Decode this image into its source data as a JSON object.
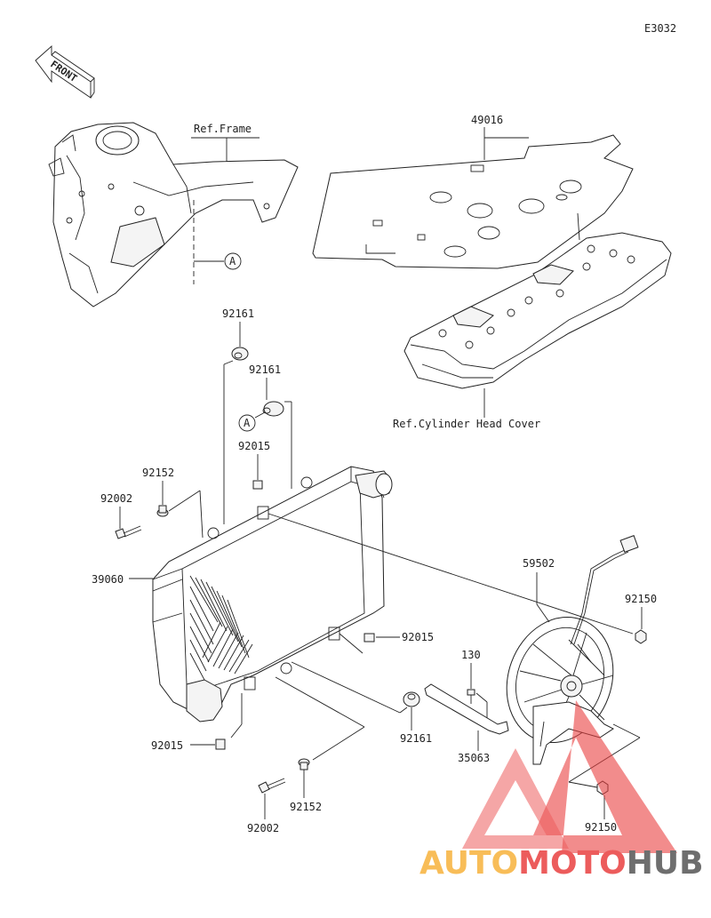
{
  "diagram_code": "E3032",
  "front_label": "FRONT",
  "refs": {
    "frame": "Ref.Frame",
    "cylinder_head_cover": "Ref.Cylinder Head Cover"
  },
  "callout_marker": "A",
  "part_labels": {
    "gasket_49016": "49016",
    "cap_92161_top": "92161",
    "cap_92161_mid": "92161",
    "clip_92015_top": "92015",
    "collar_92152_left": "92152",
    "bolt_92002_left": "92002",
    "radiator_39060": "39060",
    "fan_59502": "59502",
    "nut_92150_right": "92150",
    "clip_92015_mid": "92015",
    "bolt_130": "130",
    "cap_92161_low": "92161",
    "bracket_35063": "35063",
    "clip_92015_low": "92015",
    "collar_92152_low": "92152",
    "bolt_92002_low": "92002",
    "nut_92150_low": "92150"
  },
  "watermark": {
    "part1": "AUTO",
    "part2": "MOTO",
    "part3": "HUB",
    "color1": "#f7b23b",
    "color2": "#e94040",
    "color3": "#555555"
  }
}
